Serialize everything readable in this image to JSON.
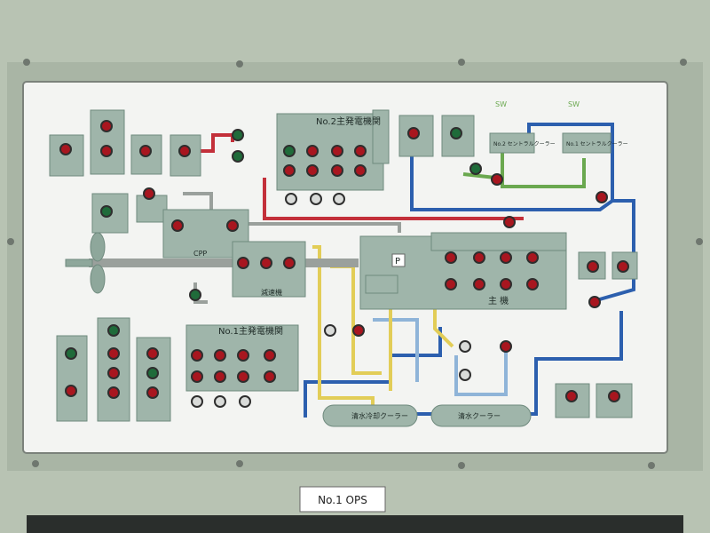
{
  "panel": {
    "plate_label": "No.1 OPS",
    "gen2_title": "No.2主発電機関",
    "gen1_title": "No.1主発電機関",
    "cpp_label": "CPP",
    "gearbox_label": "減速機",
    "main_engine_label": "主 機",
    "p_label": "P",
    "cooler1_label": "清水冷却クーラー",
    "cooler2_label": "清水クーラー",
    "cent_cooler2": "No.2 セントラルクーラー",
    "cent_cooler1": "No.1 セントラルクーラー",
    "sw_out_1": "SW",
    "sw_out_2": "SW"
  },
  "colors": {
    "panel_frame": "#b8c3b3",
    "mimic_bg": "#f3f4f2",
    "block": "#9fb5aa",
    "pipe_red": "#c3303a",
    "pipe_blue": "#2c5fae",
    "pipe_lightblue": "#8fb4d8",
    "pipe_yellow": "#e2cd57",
    "pipe_green": "#6aa84f",
    "pipe_gray": "#9aa09c",
    "lamp_red": "#a8161f",
    "lamp_green": "#1f6b3a"
  },
  "icons": [
    "indicator-lamp",
    "propeller-icon"
  ]
}
